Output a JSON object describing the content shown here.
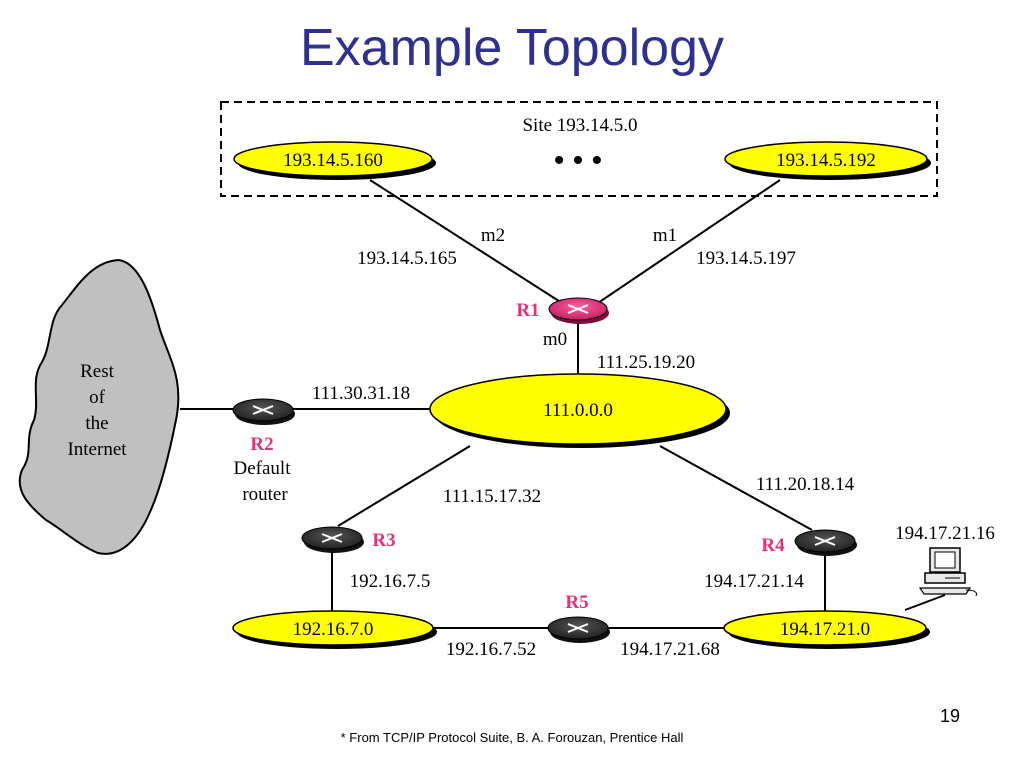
{
  "title": "Example Topology",
  "site_box_label": "Site 193.14.5.0",
  "ellipsis": "• • •",
  "networks": {
    "site_left": "193.14.5.160",
    "site_right": "193.14.5.192",
    "backbone": "111.0.0.0",
    "net_r3": "192.16.7.0",
    "net_r4": "194.17.21.0"
  },
  "routers": {
    "r1": "R1",
    "r2": "R2",
    "r3": "R3",
    "r4": "R4",
    "r5": "R5"
  },
  "r2_caption": [
    "Default",
    "router"
  ],
  "interfaces": {
    "m2": "m2",
    "m1": "m1",
    "m0": "m0"
  },
  "addresses": {
    "a_193_14_5_165": "193.14.5.165",
    "a_193_14_5_197": "193.14.5.197",
    "a_111_25_19_20": "111.25.19.20",
    "a_111_30_31_18": "111.30.31.18",
    "a_111_15_17_32": "111.15.17.32",
    "a_111_20_18_14": "111.20.18.14",
    "a_192_16_7_5": "192.16.7.5",
    "a_194_17_21_14": "194.17.21.14",
    "a_192_16_7_52": "192.16.7.52",
    "a_194_17_21_68": "194.17.21.68",
    "a_194_17_21_16": "194.17.21.16"
  },
  "internet_cloud_lines": [
    "Rest",
    "of",
    "the",
    "Internet"
  ],
  "slide_number": "19",
  "footnote": "* From TCP/IP Protocol Suite, B. A. Forouzan, Prentice Hall",
  "colors": {
    "title": "#2e3192",
    "network_fill": "#ffff00",
    "router_dark": "#333333",
    "router_r1": "#e8307a",
    "router_label": "#e8307a",
    "cloud_fill": "#c0c0c0"
  }
}
